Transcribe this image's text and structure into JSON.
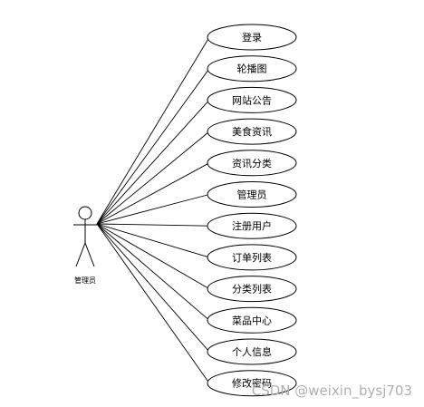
{
  "actor": {
    "label": "管理员"
  },
  "use_cases": [
    "登录",
    "轮播图",
    "网站公告",
    "美食资讯",
    "资讯分类",
    "管理员",
    "注册用户",
    "订单列表",
    "分类列表",
    "菜品中心",
    "个人信息",
    "修改密码"
  ],
  "watermark": "CSDN @weixin_bysj703"
}
